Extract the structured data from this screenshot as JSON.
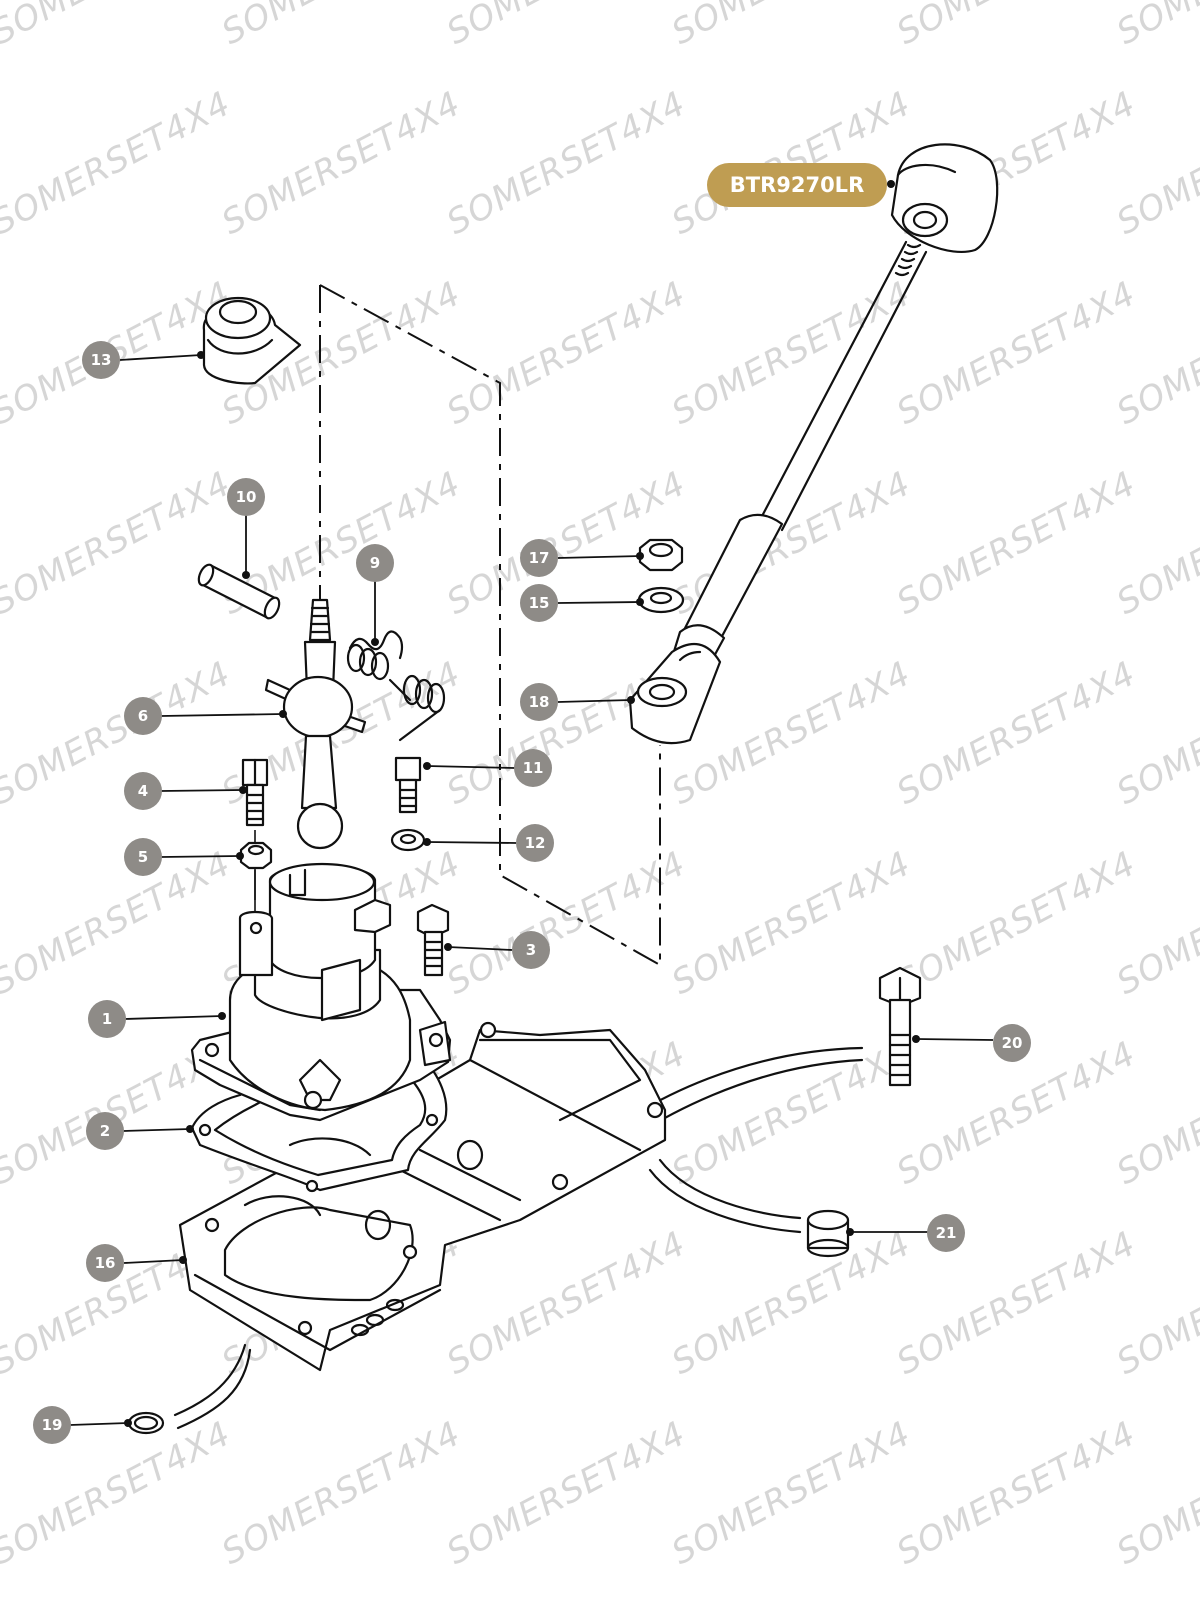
{
  "watermark": "SOMERSET4X4",
  "part_label": {
    "text": "BTR9270LR",
    "color": "#bf9d52"
  },
  "callout_color": "#8e8b87",
  "callouts": [
    "13",
    "10",
    "9",
    "6",
    "4",
    "5",
    "1",
    "2",
    "16",
    "19",
    "17",
    "15",
    "18",
    "11",
    "12",
    "3",
    "20",
    "21"
  ]
}
